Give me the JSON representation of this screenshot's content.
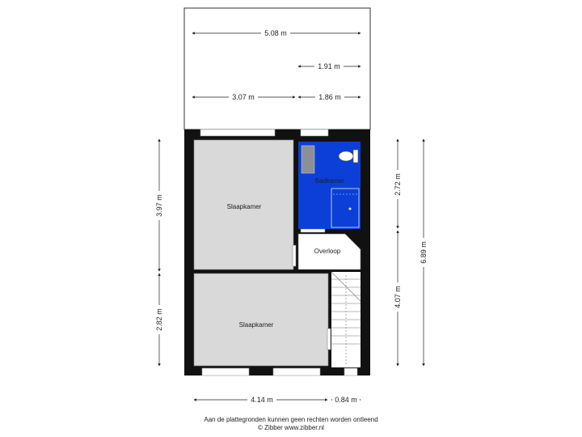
{
  "rooms": {
    "bedroom_top": "Slaapkamer",
    "bathroom": "Badkamer",
    "landing": "Overloop",
    "bedroom_bottom": "Slaapkamer"
  },
  "dimensions": {
    "top_total": "5.08 m",
    "top_right_a": "1.91 m",
    "top_left": "3.07 m",
    "top_right_b": "1.86 m",
    "left_upper": "3.97 m",
    "left_lower": "2.82 m",
    "right_upper": "2.72 m",
    "right_lower": "4.07 m",
    "right_total": "6.89 m",
    "bottom_left": "4.14 m",
    "bottom_right": "0.84 m"
  },
  "footer": {
    "line1": "Aan de plattegronden kunnen geen rechten worden ontleend",
    "line2": "© Zibber www.zibber.nl"
  },
  "colors": {
    "wall": "#111111",
    "room_fill": "#d9d9d9",
    "bathroom_fill": "#0b3fd8",
    "dim_line": "#222222"
  }
}
